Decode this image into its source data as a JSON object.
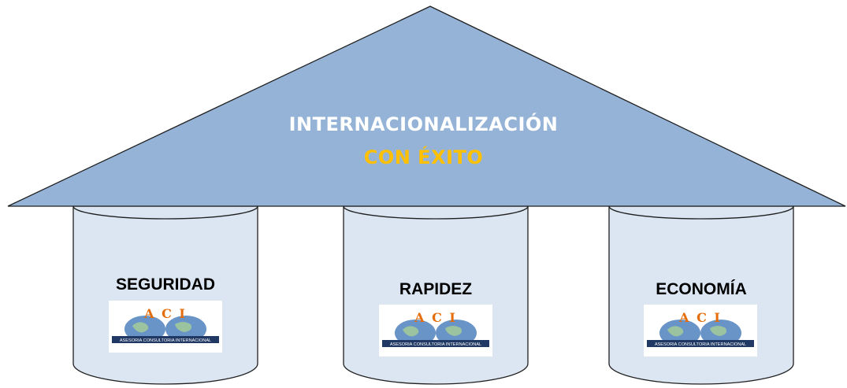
{
  "roof": {
    "line1": "INTERNACIONALIZACIÓN",
    "line2": "CON ÉXITO",
    "line1_color": "#ffffff",
    "line2_color": "#ffc000",
    "fill_color": "#95b3d7"
  },
  "pillars": [
    {
      "label": "SEGURIDAD",
      "logo_letters": "A C I",
      "logo_band": "ASESORIA CONSULTORIA INTERNACIONAL"
    },
    {
      "label": "RAPIDEZ",
      "logo_letters": "A C I",
      "logo_band": "ASESORIA CONSULTORIA INTERNACIONAL"
    },
    {
      "label": "ECONOMÍA",
      "logo_letters": "A C I",
      "logo_band": "ASESORIA CONSULTORIA INTERNACIONAL"
    }
  ],
  "colors": {
    "pillar_fill": "#dce6f2",
    "outline": "#1f1f1f",
    "logo_letters": "#e46c0a",
    "logo_globe": "#4f81bd"
  }
}
